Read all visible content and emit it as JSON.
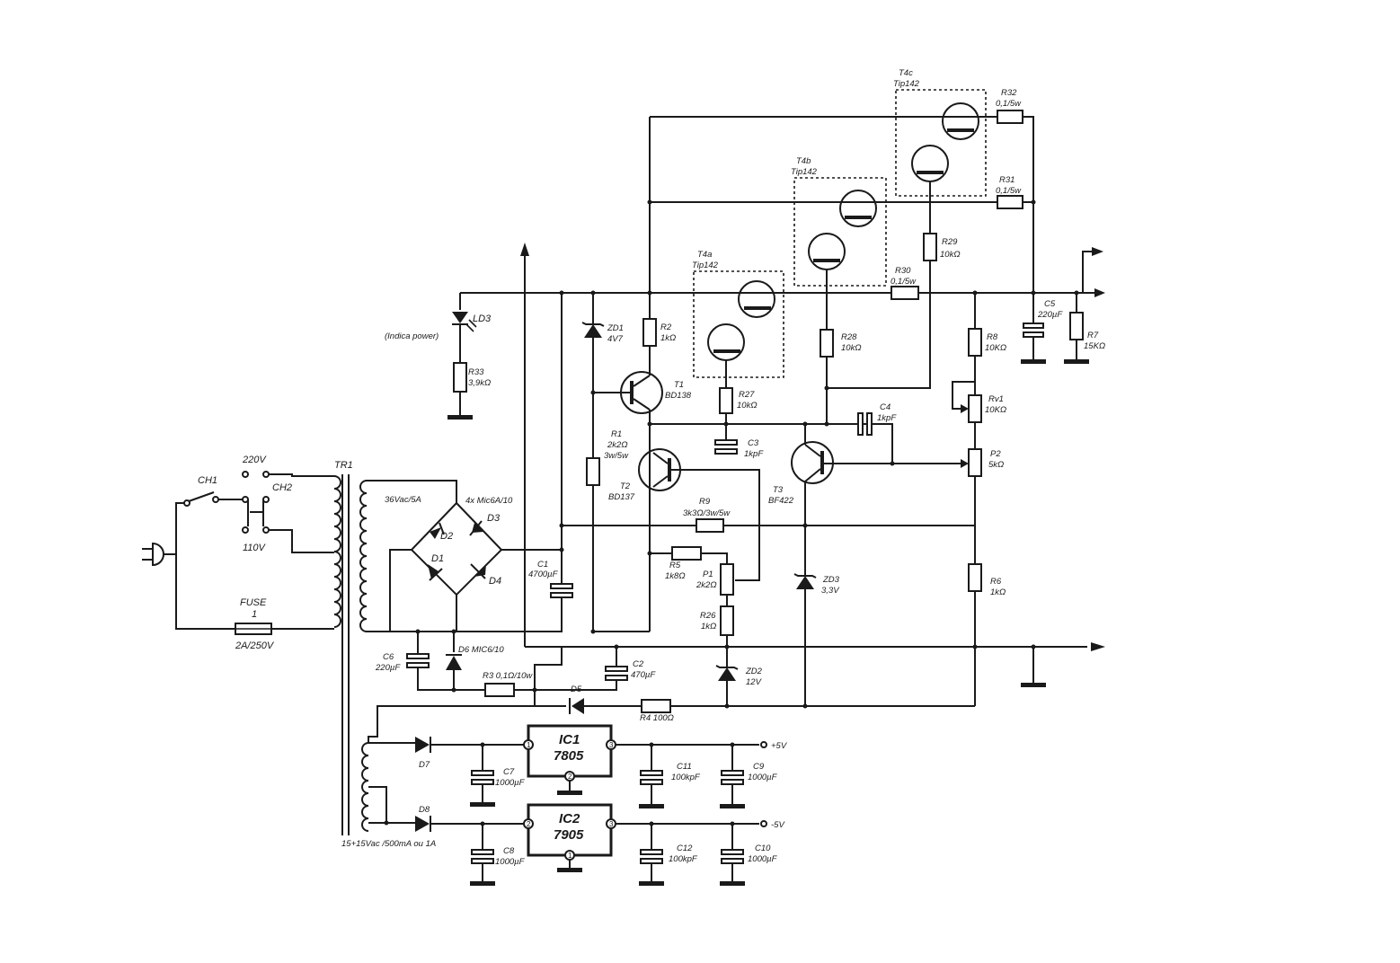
{
  "labels": {
    "CH1": "CH1",
    "v220": "220V",
    "CH2": "CH2",
    "v110": "110V",
    "FUSE": "FUSE",
    "fuse_num": "1",
    "fuse_val": "2A/250V",
    "TR1": "TR1",
    "sec_hi": "36Vac/5A",
    "bridge": "4x Mic6A/10",
    "D2": "D2",
    "D3": "D3",
    "D1": "D1",
    "D4": "D4",
    "C1": "C1",
    "C1v": "4700µF",
    "LD3": "LD3",
    "indica": "(Indica power)",
    "R33": "R33",
    "R33v": "3,9kΩ",
    "ZD1": "ZD1",
    "ZD1v": "4V7",
    "R1": "R1",
    "R1v": "2k2Ω",
    "R1w": "3w/5w",
    "R2": "R2",
    "R2v": "1kΩ",
    "T1": "T1",
    "T1v": "BD138",
    "T2": "T2",
    "T2v": "BD137",
    "T4a": "T4a",
    "T4av": "Tip142",
    "T4b": "T4b",
    "T4bv": "Tip142",
    "T4c": "T4c",
    "T4cv": "Tip142",
    "R27": "R27",
    "R27v": "10kΩ",
    "C3": "C3",
    "C3v": "1kpF",
    "R28": "R28",
    "R28v": "10kΩ",
    "R29": "R29",
    "R29v": "10kΩ",
    "R30": "R30",
    "R30v": "0,1/5w",
    "R31": "R31",
    "R31v": "0,1/5w",
    "R32": "R32",
    "R32v": "0,1/5w",
    "C4": "C4",
    "C4v": "1kpF",
    "T3": "T3",
    "T3v": "BF422",
    "R9": "R9",
    "R9v": "3k3Ω/3w/5w",
    "R5": "R5",
    "R5v": "1k8Ω",
    "P1": "P1",
    "P1v": "2k2Ω",
    "R26": "R26",
    "R26v": "1kΩ",
    "ZD3": "ZD3",
    "ZD3v": "3,3V",
    "ZD2": "ZD2",
    "ZD2v": "12V",
    "C5": "C5",
    "C5v": "220µF",
    "R7": "R7",
    "R7v": "15KΩ",
    "R8": "R8",
    "R8v": "10KΩ",
    "Rv1": "Rv1",
    "Rv1v": "10KΩ",
    "P2": "P2",
    "P2v": "5kΩ",
    "R6": "R6",
    "R6v": "1kΩ",
    "C6": "C6",
    "C6v": "220µF",
    "D6": "D6 MIC6/10",
    "R3": "R3 0,1Ω/10w",
    "C2": "C2",
    "C2v": "470µF",
    "D5": "D5",
    "R4": "R4 100Ω",
    "D7": "D7",
    "D8": "D8",
    "C7": "C7",
    "C7v": "1000µF",
    "C8": "C8",
    "C8v": "1000µF",
    "IC1": "IC1",
    "IC1v": "7805",
    "IC2": "IC2",
    "IC2v": "7905",
    "C11": "C11",
    "C11v": "100kpF",
    "C12": "C12",
    "C12v": "100kpF",
    "C9": "C9",
    "C9v": "1000µF",
    "C10": "C10",
    "C10v": "1000µF",
    "p5": "+5V",
    "m5": "-5V",
    "sec_lo": "15+15Vac /500mA ou 1A",
    "pin1": "1",
    "pin2": "2",
    "pin3": "3"
  }
}
